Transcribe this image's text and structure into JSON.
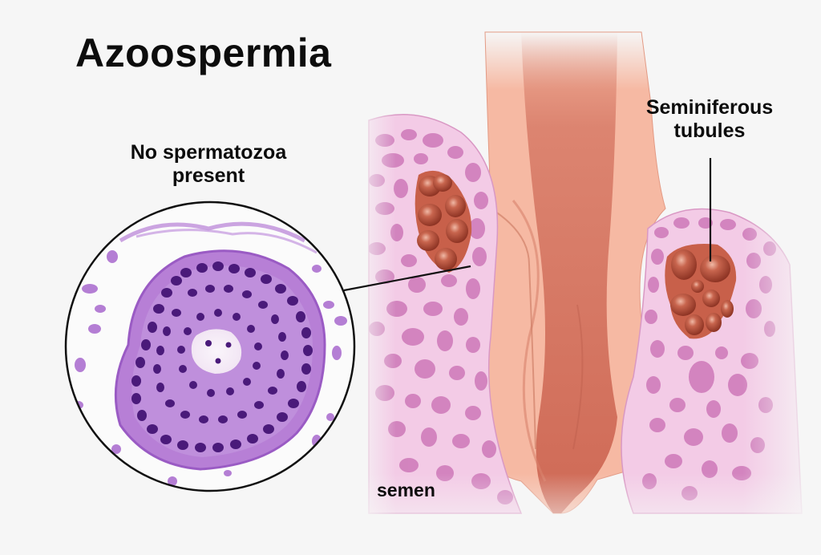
{
  "title": "Azoospermia",
  "labels": {
    "inset": "No spermatozoa present",
    "inset_line1": "No spermatozoa",
    "inset_line2": "present",
    "tubules_line1": "Seminiferous",
    "tubules_line2": "tubules",
    "semen": "semen"
  },
  "figure": {
    "inset_view": "histology cross-section of seminiferous tubule, H&E-like purple stain, empty lumen",
    "anatomy_view": "testicular tissue with seminiferous tubule clusters flanking a central duct",
    "colors": {
      "background": "#f6f6f6",
      "text": "#0c0c0c",
      "histology_nuclei": "#4a1a7a",
      "histology_cytoplasm": "#b77fd6",
      "tissue_pink": "#f1c6e2",
      "tissue_cells": "#c86cb4",
      "tubule_cluster": "#b8503c",
      "duct_outer": "#f6b9a3",
      "duct_inner": "#d4735f",
      "leader_line": "#111111"
    }
  }
}
